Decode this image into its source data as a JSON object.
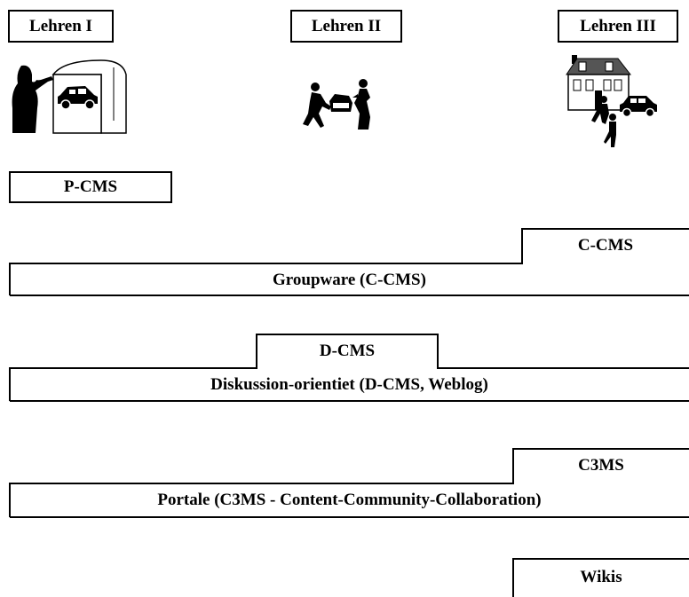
{
  "headers": {
    "lehren1": "Lehren I",
    "lehren2": "Lehren II",
    "lehren3": "Lehren III"
  },
  "pcms": "P-CMS",
  "groupware": {
    "tab": "C-CMS",
    "bar": "Groupware (C-CMS)"
  },
  "discussion": {
    "tab": "D-CMS",
    "bar": "Diskussion-orientiet (D-CMS, Weblog)"
  },
  "portale": {
    "tab": "C3MS",
    "bar": "Portale (C3MS - Content-Community-Collaboration)"
  },
  "wikis": {
    "tab": "Wikis"
  }
}
